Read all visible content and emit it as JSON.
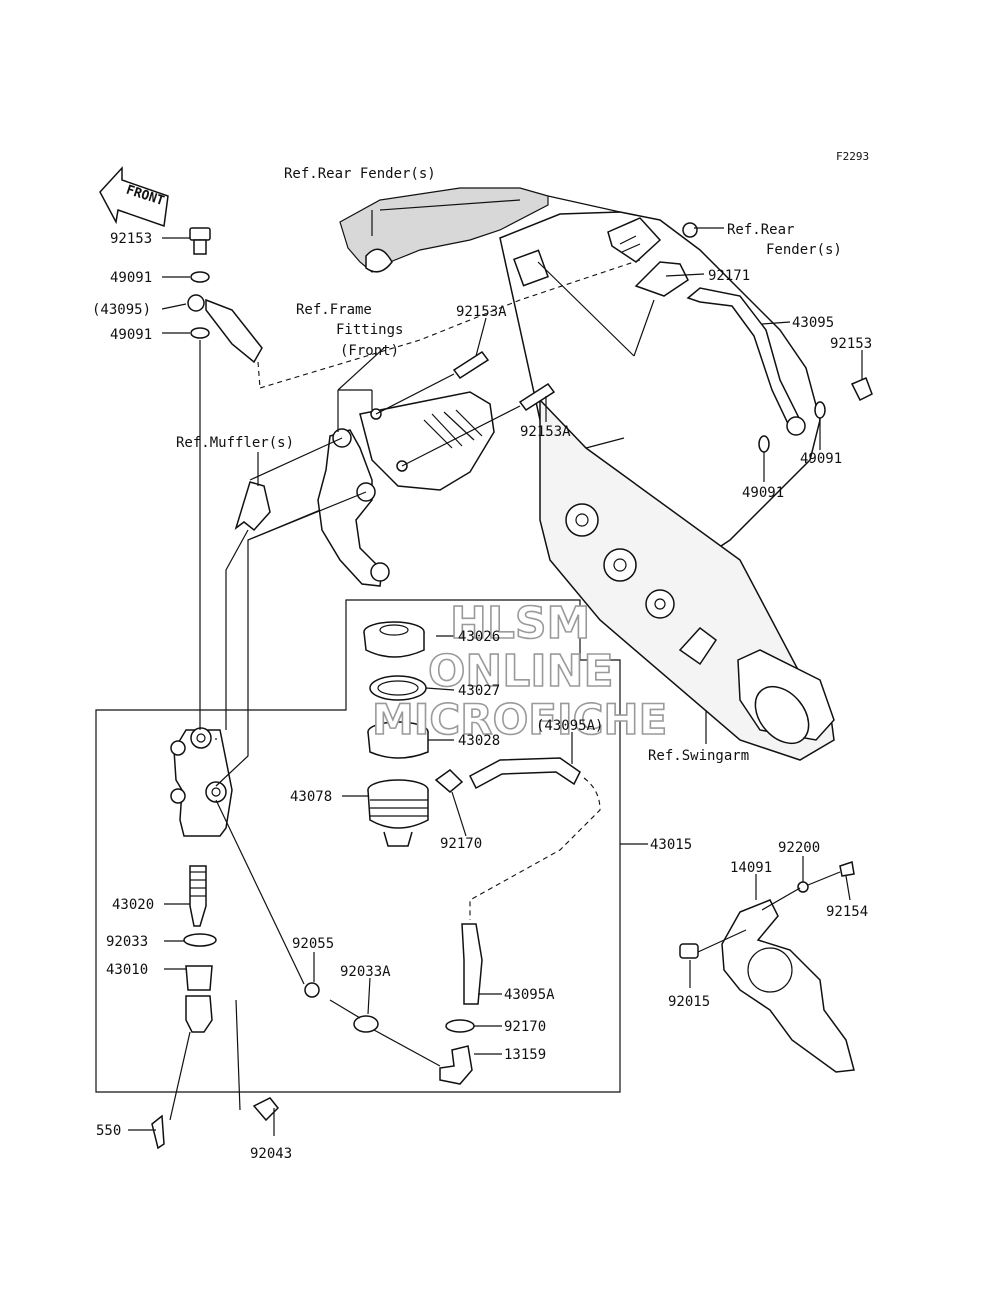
{
  "diagram_code": "F2293",
  "front_label": "FRONT",
  "watermark": {
    "line1": "HLSM",
    "line2": "ONLINE",
    "line3": "MICROFICHE"
  },
  "refs": {
    "rear_fender_top": "Ref.Rear Fender(s)",
    "rear_fender_right_1": "Ref.Rear",
    "rear_fender_right_2": "Fender(s)",
    "frame_1": "Ref.Frame",
    "frame_2": "Fittings",
    "frame_3": "(Front)",
    "muffler": "Ref.Muffler(s)",
    "swingarm": "Ref.Swingarm"
  },
  "parts": [
    {
      "id": "p-92153-left",
      "num": "92153"
    },
    {
      "id": "p-49091-upper-left",
      "num": "49091"
    },
    {
      "id": "p-43095-left",
      "num": "(43095)"
    },
    {
      "id": "p-49091-lower-left",
      "num": "49091"
    },
    {
      "id": "p-92153a-upper",
      "num": "92153A"
    },
    {
      "id": "p-92153a-lower",
      "num": "92153A"
    },
    {
      "id": "p-92171",
      "num": "92171"
    },
    {
      "id": "p-43095-right",
      "num": "43095"
    },
    {
      "id": "p-92153-right",
      "num": "92153"
    },
    {
      "id": "p-49091-right-a",
      "num": "49091"
    },
    {
      "id": "p-49091-right-b",
      "num": "49091"
    },
    {
      "id": "p-43026",
      "num": "43026"
    },
    {
      "id": "p-43027",
      "num": "43027"
    },
    {
      "id": "p-43028",
      "num": "43028"
    },
    {
      "id": "p-43095a-top",
      "num": "(43095A)"
    },
    {
      "id": "p-43078",
      "num": "43078"
    },
    {
      "id": "p-92170-upper",
      "num": "92170"
    },
    {
      "id": "p-43015",
      "num": "43015"
    },
    {
      "id": "p-92200",
      "num": "92200"
    },
    {
      "id": "p-14091",
      "num": "14091"
    },
    {
      "id": "p-92154",
      "num": "92154"
    },
    {
      "id": "p-43020",
      "num": "43020"
    },
    {
      "id": "p-92033",
      "num": "92033"
    },
    {
      "id": "p-43010",
      "num": "43010"
    },
    {
      "id": "p-92055",
      "num": "92055"
    },
    {
      "id": "p-92033a",
      "num": "92033A"
    },
    {
      "id": "p-43095a-bottom",
      "num": "43095A"
    },
    {
      "id": "p-92170-lower",
      "num": "92170"
    },
    {
      "id": "p-13159",
      "num": "13159"
    },
    {
      "id": "p-92015",
      "num": "92015"
    },
    {
      "id": "p-550",
      "num": "550"
    },
    {
      "id": "p-92043",
      "num": "92043"
    }
  ]
}
